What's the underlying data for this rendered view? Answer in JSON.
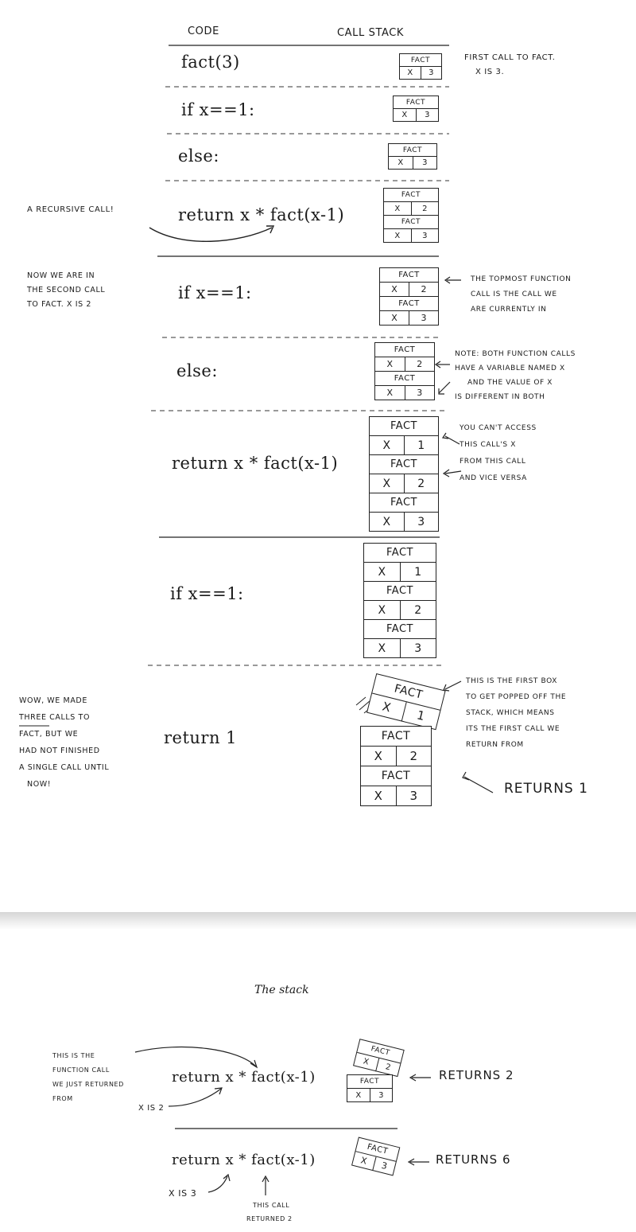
{
  "headers": {
    "code": "CODE",
    "call_stack": "CALL STACK"
  },
  "rows": [
    {
      "code": "fact(3)",
      "frames": [
        [
          "FACT",
          "X",
          "3"
        ]
      ],
      "note": [
        "FIRST CALL TO fact.",
        "X IS 3."
      ]
    },
    {
      "code": "if x==1:",
      "frames": [
        [
          "FACT",
          "X",
          "3"
        ]
      ]
    },
    {
      "code": "else:",
      "frames": [
        [
          "FACT",
          "X",
          "3"
        ]
      ]
    },
    {
      "code": "return x * fact(x-1)",
      "frames": [
        [
          "FACT",
          "X",
          "2"
        ],
        [
          "FACT",
          "X",
          "3"
        ]
      ],
      "side_note": "A RECURSIVE CALL!"
    },
    {
      "code": "if x==1:",
      "frames": [
        [
          "FACT",
          "X",
          "2"
        ],
        [
          "FACT",
          "X",
          "3"
        ]
      ],
      "side_note": [
        "NOW WE ARE IN",
        "THE SECOND CALL",
        "TO fact. X IS 2"
      ],
      "note": [
        "THE TOPMOST FUNCTION",
        "CALL IS THE CALL WE",
        "ARE CURRENTLY IN"
      ]
    },
    {
      "code": "else:",
      "frames": [
        [
          "FACT",
          "X",
          "2"
        ],
        [
          "FACT",
          "X",
          "3"
        ]
      ],
      "note": [
        "NOTE: BOTH FUNCTION CALLS",
        "HAVE A VARIABLE NAMED X",
        "AND THE VALUE OF X",
        "IS DIFFERENT IN BOTH"
      ]
    },
    {
      "code": "return x * fact(x-1)",
      "frames": [
        [
          "FACT",
          "X",
          "1"
        ],
        [
          "FACT",
          "X",
          "2"
        ],
        [
          "FACT",
          "X",
          "3"
        ]
      ],
      "note": [
        "YOU CAN'T ACCESS",
        "THIS CALL'S X",
        "FROM THIS CALL",
        "AND VICE VERSA"
      ]
    },
    {
      "code": "if x==1:",
      "frames": [
        [
          "FACT",
          "X",
          "1"
        ],
        [
          "FACT",
          "X",
          "2"
        ],
        [
          "FACT",
          "X",
          "3"
        ]
      ]
    },
    {
      "code": "return 1",
      "frames": [
        [
          "FACT",
          "X",
          "1"
        ],
        [
          "FACT",
          "X",
          "2"
        ],
        [
          "FACT",
          "X",
          "3"
        ]
      ],
      "side_note": [
        "WOW, WE MADE",
        "THREE CALLS TO",
        "fact, BUT WE",
        "HAD NOT FINISHED",
        "A SINGLE CALL UNTIL",
        "NOW!"
      ],
      "note": [
        "THIS IS THE FIRST BOX",
        "TO GET POPPED OFF THE",
        "STACK, WHICH MEANS",
        "ITS THE FIRST CALL WE",
        "RETURN FROM"
      ],
      "returns": "RETURNS 1"
    }
  ],
  "caption": "The stack",
  "bottom": [
    {
      "code": "return x * fact(x-1)",
      "frames": [
        [
          "FACT",
          "X",
          "2"
        ],
        [
          "FACT",
          "X",
          "3"
        ]
      ],
      "side_note": [
        "THIS IS THE",
        "FUNCTION CALL",
        "WE JUST RETURNED",
        "FROM"
      ],
      "var_note": "X IS 2",
      "returns": "RETURNS 2"
    },
    {
      "code": "return x * fact(x-1)",
      "frames": [
        [
          "FACT",
          "X",
          "3"
        ]
      ],
      "var_note": "X IS 3",
      "call_note": [
        "THIS CALL",
        "RETURNED 2"
      ],
      "returns": "RETURNS 6"
    }
  ]
}
